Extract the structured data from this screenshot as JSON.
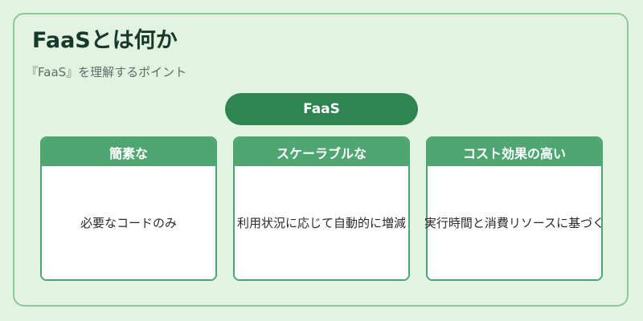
{
  "header": {
    "title": "FaaSとは何か",
    "subtitle": "『FaaS』を理解するポイント"
  },
  "diagram": {
    "root": "FaaS",
    "cards": [
      {
        "heading": "簡素な",
        "body": "必要なコードのみ"
      },
      {
        "heading": "スケーラブルな",
        "body": "利用状況に応じて自動的に増減"
      },
      {
        "heading": "コスト効果の高い",
        "body": "実行時間と消費リソースに基づく"
      }
    ]
  },
  "colors": {
    "background": "#e2f3e2",
    "root_fill": "#2f8552",
    "card_header": "#4fa671",
    "card_border": "#4ba56e"
  }
}
